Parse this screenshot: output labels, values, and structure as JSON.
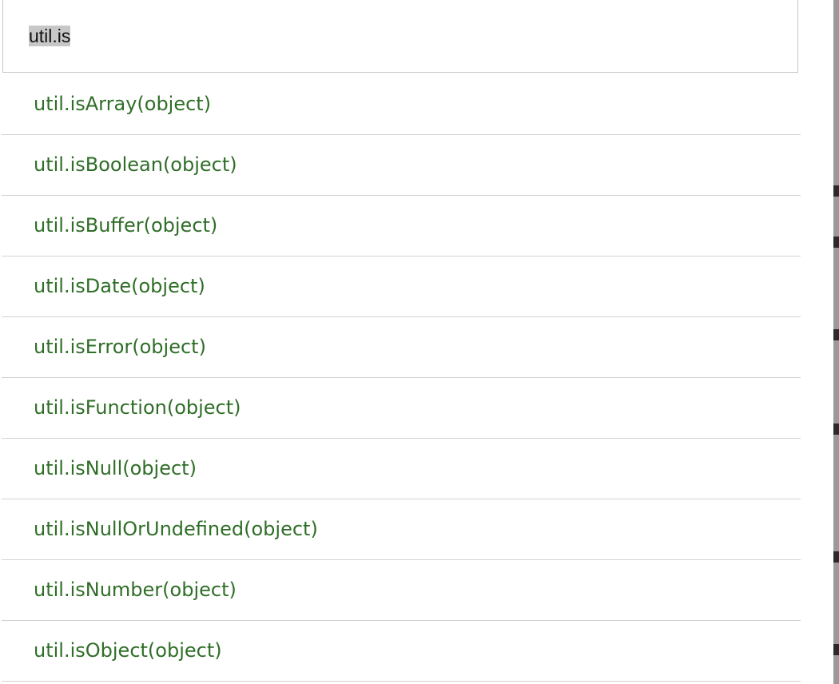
{
  "search": {
    "value": "util.is"
  },
  "results": [
    {
      "label": "util.isArray(object)"
    },
    {
      "label": "util.isBoolean(object)"
    },
    {
      "label": "util.isBuffer(object)"
    },
    {
      "label": "util.isDate(object)"
    },
    {
      "label": "util.isError(object)"
    },
    {
      "label": "util.isFunction(object)"
    },
    {
      "label": "util.isNull(object)"
    },
    {
      "label": "util.isNullOrUndefined(object)"
    },
    {
      "label": "util.isNumber(object)"
    },
    {
      "label": "util.isObject(object)"
    }
  ],
  "colors": {
    "result_text": "#2f6e27",
    "divider": "#d2d2d2",
    "highlight": "#c7c7c7"
  }
}
